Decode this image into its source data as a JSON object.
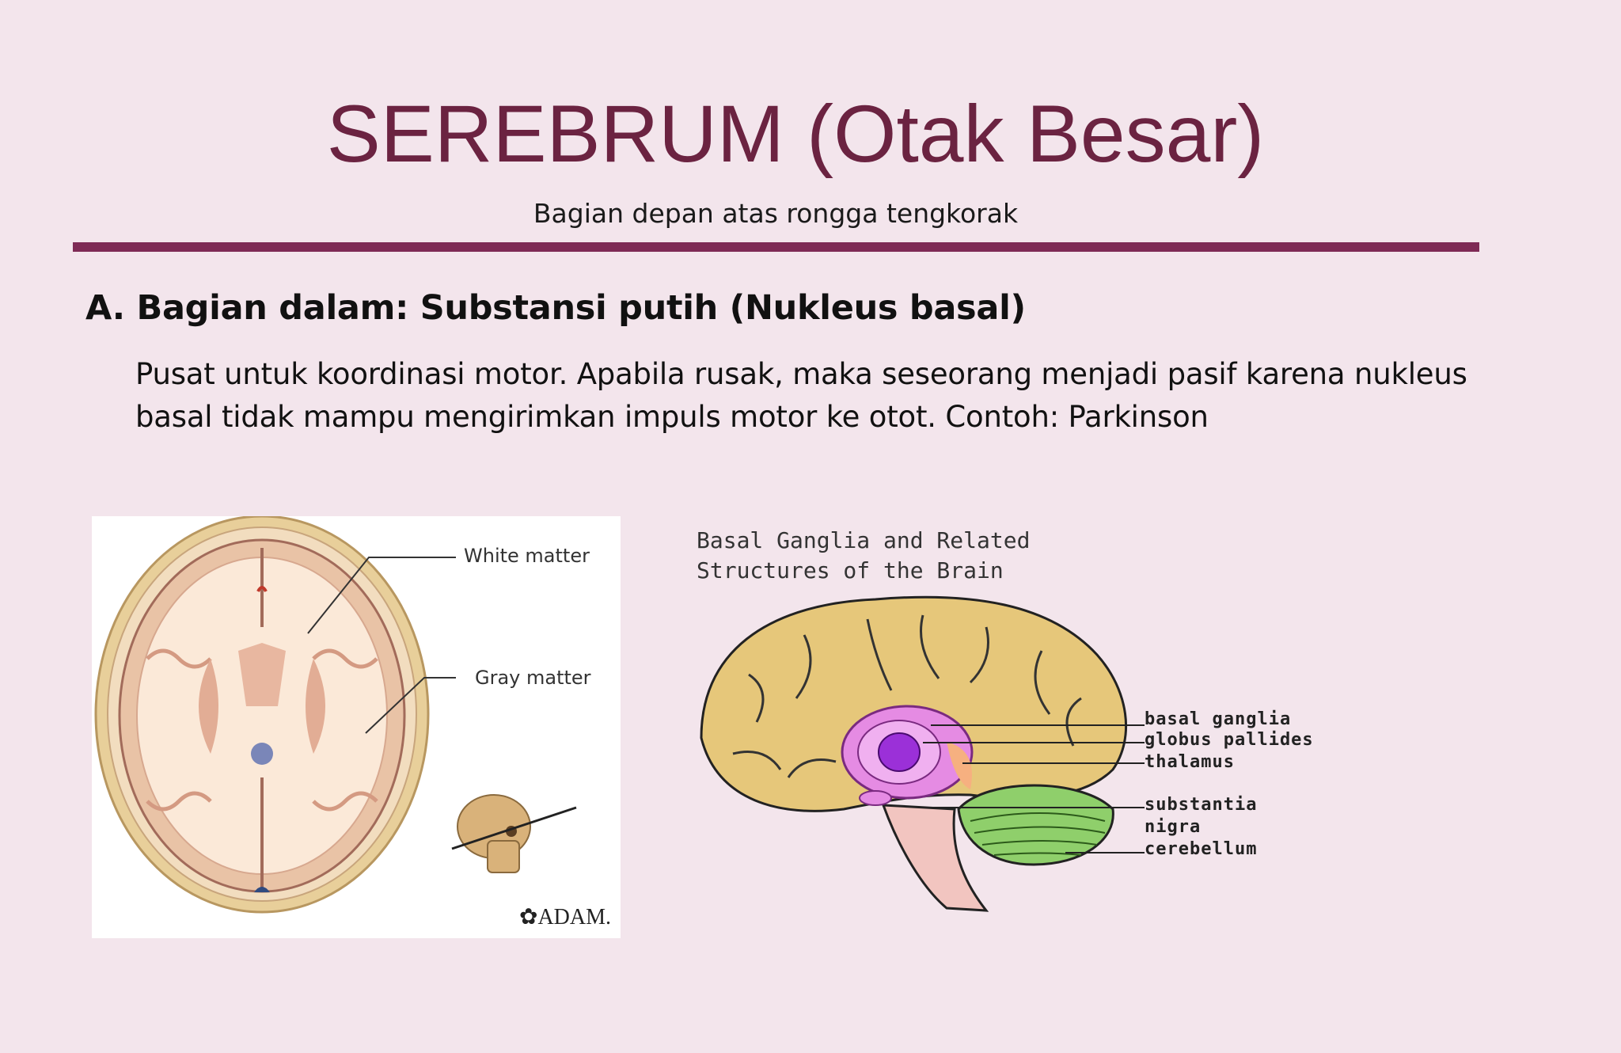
{
  "slide": {
    "title": "SEREBRUM (Otak Besar)",
    "subtitle": "Bagian depan atas rongga tengkorak",
    "heading": "A. Bagian dalam: Substansi putih (Nukleus basal)",
    "body_line1": "Pusat untuk koordinasi motor. Apabila rusak, maka seseorang menjadi pasif karena nukleus",
    "body_line2": "basal tidak mampu mengirimkan impuls motor ke otot. Contoh: Parkinson"
  },
  "figure_left": {
    "label_white": "White matter",
    "label_gray": "Gray matter",
    "credit": "ADAM."
  },
  "figure_right": {
    "caption_line1": "Basal Ganglia and Related",
    "caption_line2": "Structures of the Brain",
    "parts": {
      "basal_ganglia": "basal ganglia",
      "globus": "globus pallides",
      "thalamus": "thalamus",
      "substantia": "substantia",
      "nigra": "nigra",
      "cerebellum": "cerebellum"
    }
  },
  "colors": {
    "background": "#f3e5ec",
    "title": "#6b2341",
    "rule": "#7e2a55"
  }
}
